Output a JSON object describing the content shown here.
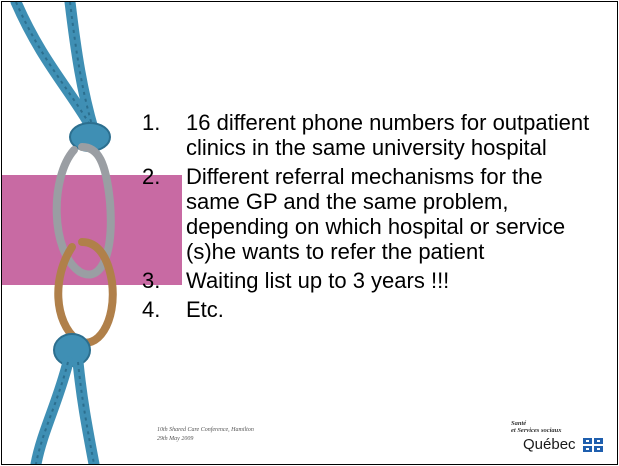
{
  "slide": {
    "items": [
      {
        "number": "1.",
        "text": "16 different phone numbers for outpatient clinics in the same university hospital"
      },
      {
        "number": "2.",
        "text": "Different referral mechanisms for the same GP and the same problem, depending on which hospital or service (s)he wants to refer the patient"
      },
      {
        "number": "3.",
        "text": "Waiting list up to 3 years !!!"
      },
      {
        "number": "4.",
        "text": "Etc."
      }
    ],
    "footer": {
      "line1": "10th Shared Care Conference, Hamilton",
      "line2": "29th May 2009"
    },
    "logo": {
      "line1": "Santé",
      "line2": "et Services sociaux",
      "line3": "Québec"
    }
  },
  "colors": {
    "pink_band": "#c86aa3",
    "rope_blue": "#3f8fb4",
    "carabiner_silver": "#9a9ea3",
    "carabiner_bronze": "#b0804a",
    "quebec_blue": "#1f5fae"
  }
}
